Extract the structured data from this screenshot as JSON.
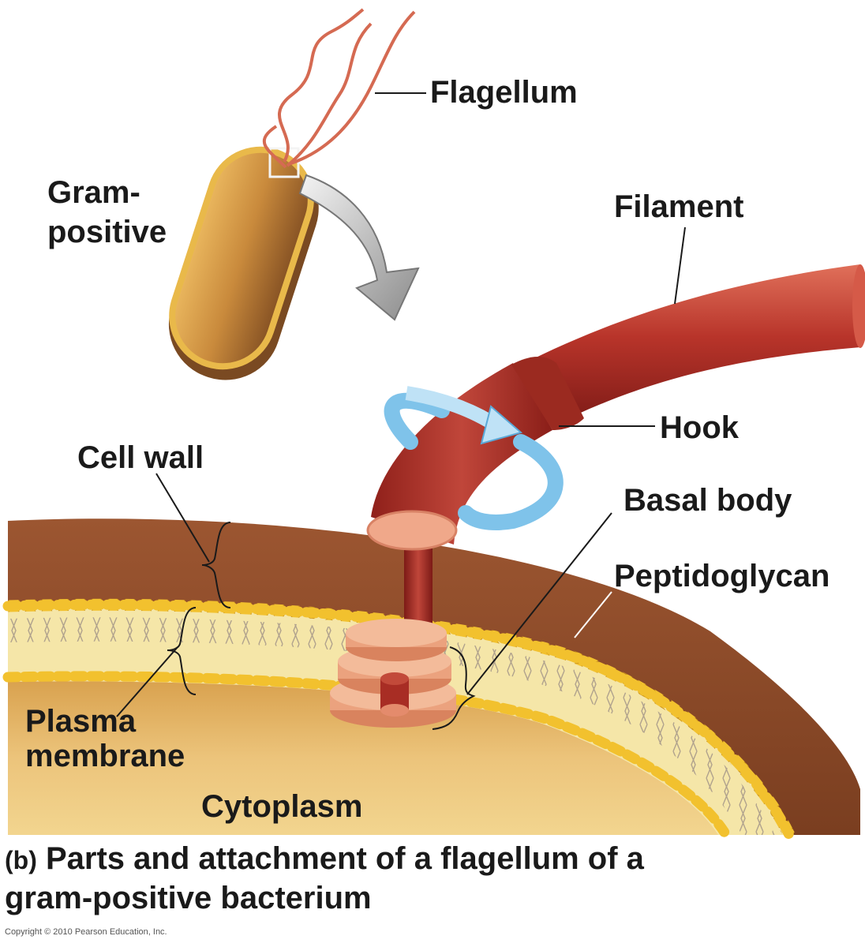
{
  "labels": {
    "flagellum": "Flagellum",
    "gram_line1": "Gram-",
    "gram_line2": "positive",
    "filament": "Filament",
    "hook": "Hook",
    "cell_wall": "Cell wall",
    "basal_body": "Basal body",
    "peptidoglycan": "Peptidoglycan",
    "plasma_line1": "Plasma",
    "plasma_line2": "membrane",
    "cytoplasm": "Cytoplasm"
  },
  "caption": {
    "panel": "(b)",
    "line1": "Parts and attachment of a flagellum of a",
    "line2": "gram-positive bacterium"
  },
  "copyright": "Copyright © 2010 Pearson Education, Inc.",
  "colors": {
    "cell_wall": "#8b4a28",
    "membrane_heads": "#f2c12e",
    "cytoplasm": "#e6b866",
    "flagellum": "#b8342a",
    "basal_disc": "#eba27e",
    "bacterium": "#c98a3c",
    "rotation_arrow": "#7fc3ea"
  }
}
